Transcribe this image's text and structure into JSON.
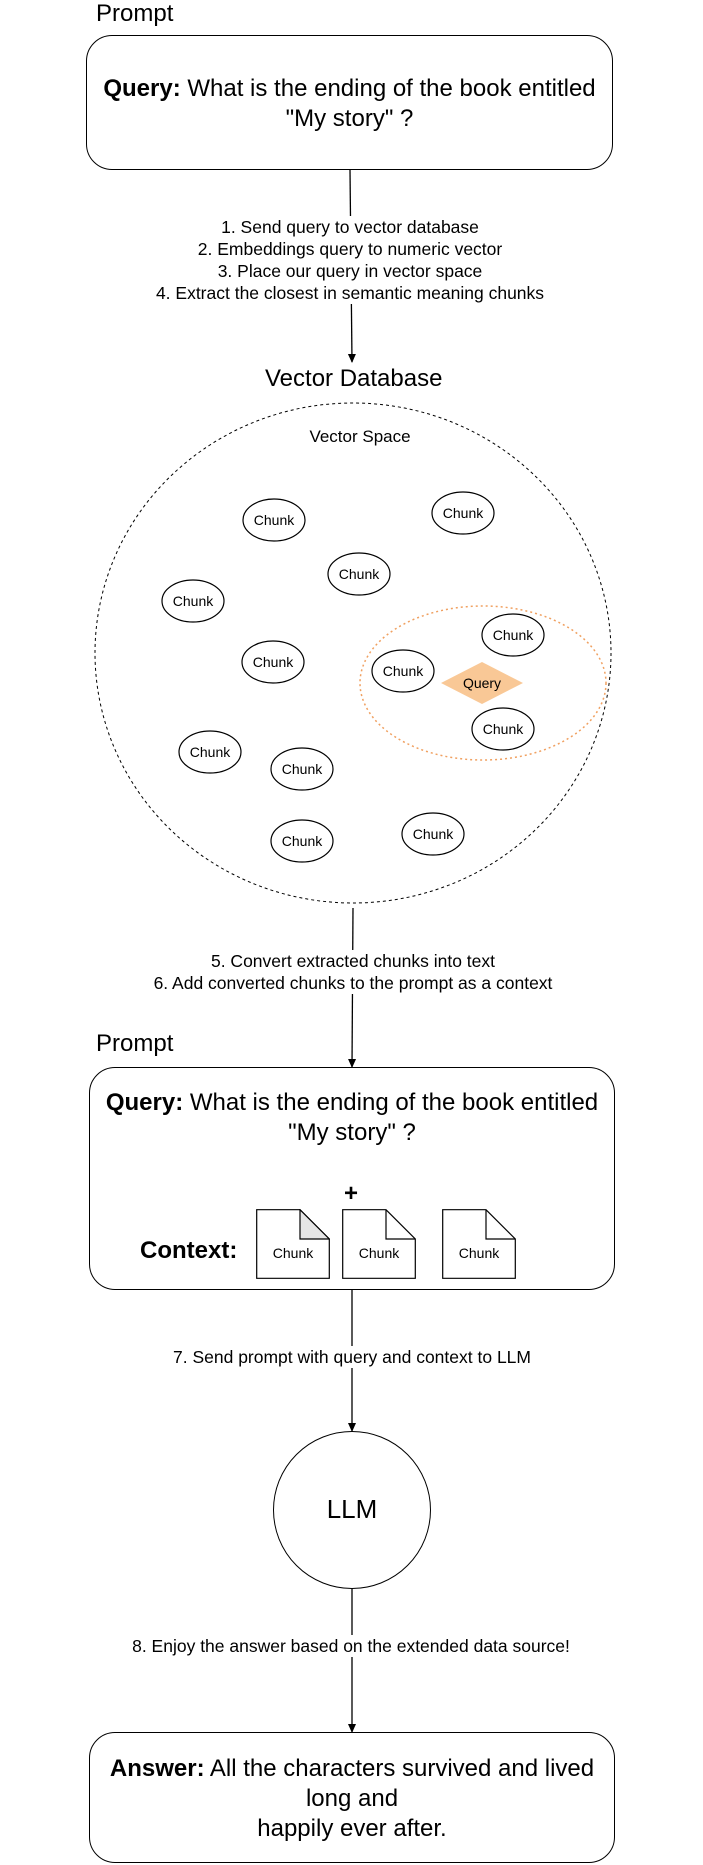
{
  "prompt1": {
    "label": "Prompt",
    "query_key": "Query:",
    "query_line1": "What is the ending of the book entitled",
    "query_line2": "\"My story\" ?"
  },
  "steps1": [
    "1. Send query to vector database",
    "2. Embeddings query to numeric vector",
    "3. Place our query in vector space",
    "4. Extract the closest in semantic meaning chunks"
  ],
  "vector_db": {
    "title": "Vector Database",
    "space_label": "Vector Space",
    "chunk_label": "Chunk",
    "query_label": "Query",
    "query_color": "#f9c896",
    "cluster_color": "#f0a060"
  },
  "steps2": [
    "5. Convert extracted chunks into text",
    "6. Add converted chunks to the prompt as a context"
  ],
  "prompt2": {
    "label": "Prompt",
    "query_key": "Query:",
    "query_line1": "What is the ending of the book entitled",
    "query_line2": "\"My story\" ?",
    "plus": "+",
    "context_key": "Context:",
    "docs": [
      "Chunk",
      "Chunk",
      "Chunk"
    ]
  },
  "step7": "7. Send prompt with query and context to LLM",
  "llm": {
    "label": "LLM"
  },
  "step8": "8. Enjoy the answer based on the extended data source!",
  "answer": {
    "key": "Answer:",
    "line1": "All the characters survived and lived",
    "line2": "long and",
    "line3": "happily ever after."
  }
}
